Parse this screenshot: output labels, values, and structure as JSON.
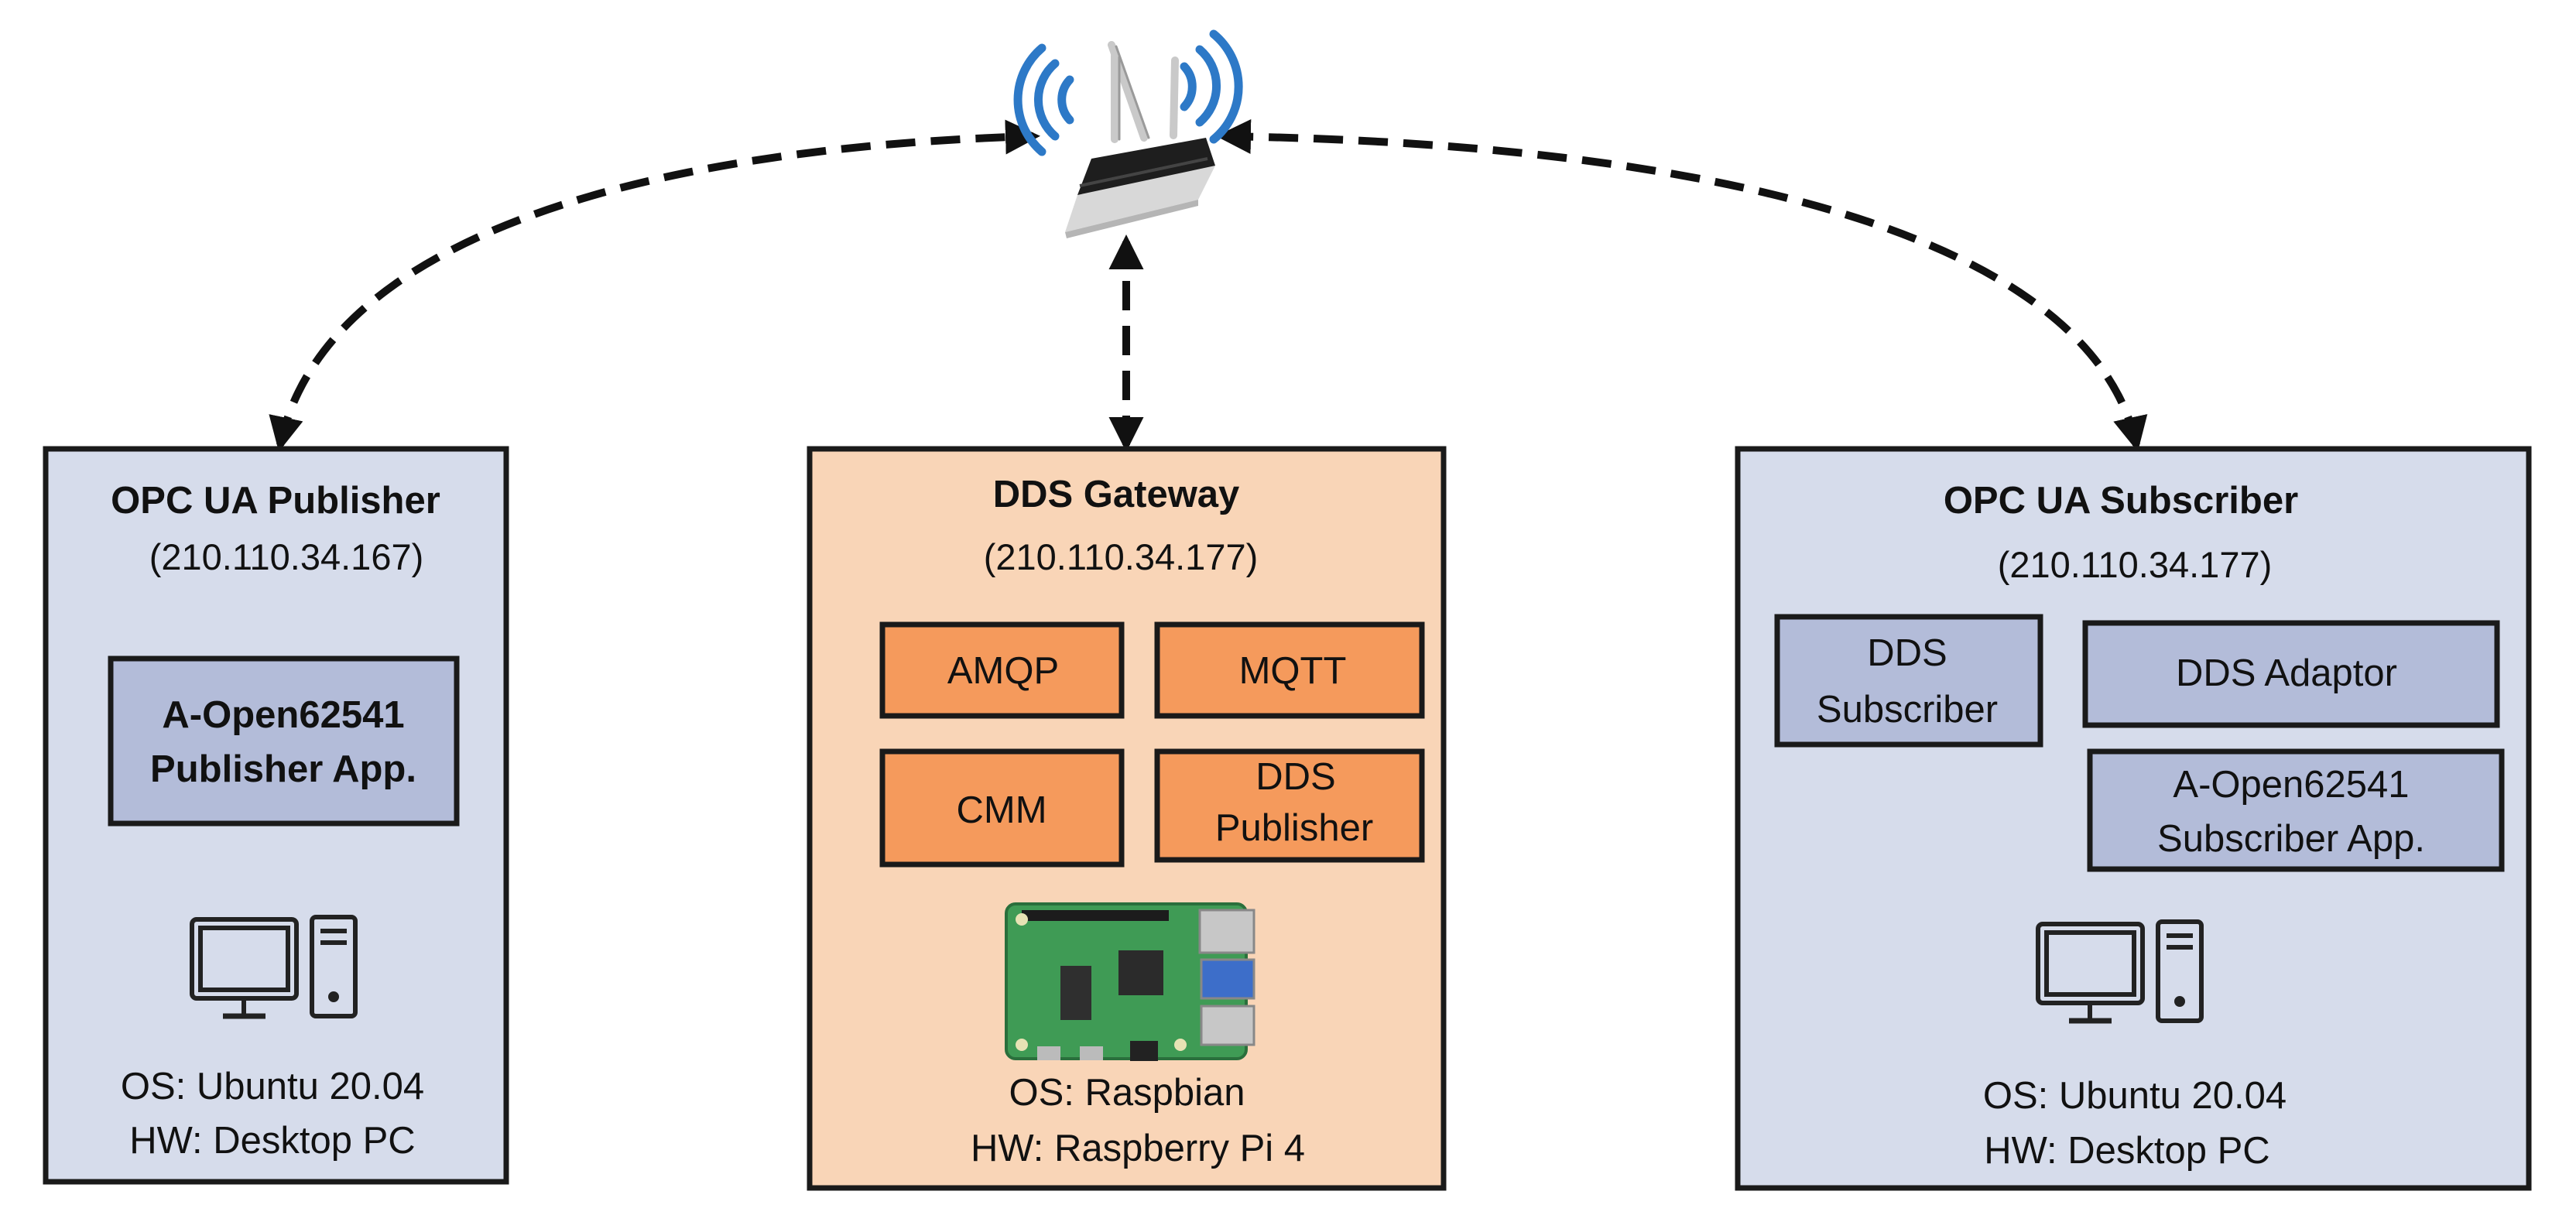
{
  "colors": {
    "publisher_fill": "#d6dceb",
    "publisher_module_fill": "#b3bcd9",
    "gateway_fill": "#f9d5b7",
    "gateway_module_fill": "#f59a5c",
    "subscriber_fill": "#d6dceb",
    "subscriber_module_fill": "#b3bcd9",
    "border": "#1a1a1a",
    "router_wave": "#2d79c7"
  },
  "router": {
    "icon": "wifi-router-icon"
  },
  "publisher": {
    "title": "OPC UA Publisher",
    "ip": "(210.110.34.167)",
    "app_line1": "A-Open62541",
    "app_line2": "Publisher App.",
    "icon": "desktop-pc-icon",
    "os": "OS: Ubuntu 20.04",
    "hw": "HW: Desktop PC"
  },
  "gateway": {
    "title": "DDS Gateway",
    "ip": "(210.110.34.177)",
    "modules": {
      "amqp": "AMQP",
      "mqtt": "MQTT",
      "cmm": "CMM",
      "dds_publisher_line1": "DDS",
      "dds_publisher_line2": "Publisher"
    },
    "icon": "raspberry-pi-board-icon",
    "os": "OS: Raspbian",
    "hw": "HW: Raspberry Pi 4"
  },
  "subscriber": {
    "title": "OPC UA Subscriber",
    "ip": "(210.110.34.177)",
    "dds_subscriber_line1": "DDS",
    "dds_subscriber_line2": "Subscriber",
    "dds_adaptor": "DDS Adaptor",
    "app_line1": "A-Open62541",
    "app_line2": "Subscriber App.",
    "icon": "desktop-pc-icon",
    "os": "OS: Ubuntu 20.04",
    "hw": "HW: Desktop PC"
  }
}
